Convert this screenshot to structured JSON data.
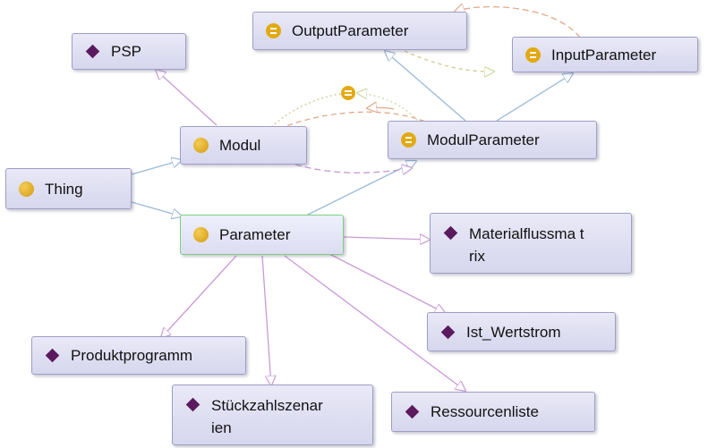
{
  "colors": {
    "subclass_edge": "#9bbad6",
    "instance_edge": "#c99ad6",
    "property_edge": "#e0a98a",
    "domain_edge": "#d8c48c",
    "range_edge": "#c9dca0",
    "selected_border": "#7ed07e",
    "individual_icon": "#5b1a5e",
    "class_icon": "#e0ac2a"
  },
  "nodes": {
    "psp": {
      "label": "PSP",
      "icon": "individual-diamond-icon"
    },
    "output_parameter": {
      "label": "OutputParameter",
      "icon": "object-property-icon"
    },
    "input_parameter": {
      "label": "InputParameter",
      "icon": "object-property-icon"
    },
    "modul": {
      "label": "Modul",
      "icon": "class-circle-icon"
    },
    "modul_parameter": {
      "label": "ModulParameter",
      "icon": "object-property-icon"
    },
    "thing": {
      "label": "Thing",
      "icon": "class-circle-icon"
    },
    "parameter": {
      "label": "Parameter",
      "icon": "class-circle-icon"
    },
    "materialflussmatrix": {
      "label": "Materialflussma trix",
      "icon": "individual-diamond-icon"
    },
    "ist_wertstrom": {
      "label": "Ist_Wertstrom",
      "icon": "individual-diamond-icon"
    },
    "produktprogramm": {
      "label": "Produktprogramm",
      "icon": "individual-diamond-icon"
    },
    "stueckzahlszenarien": {
      "label": "Stückzahlszenar ien",
      "icon": "individual-diamond-icon"
    },
    "ressourcenliste": {
      "label": "Ressourcenliste",
      "icon": "individual-diamond-icon"
    }
  }
}
